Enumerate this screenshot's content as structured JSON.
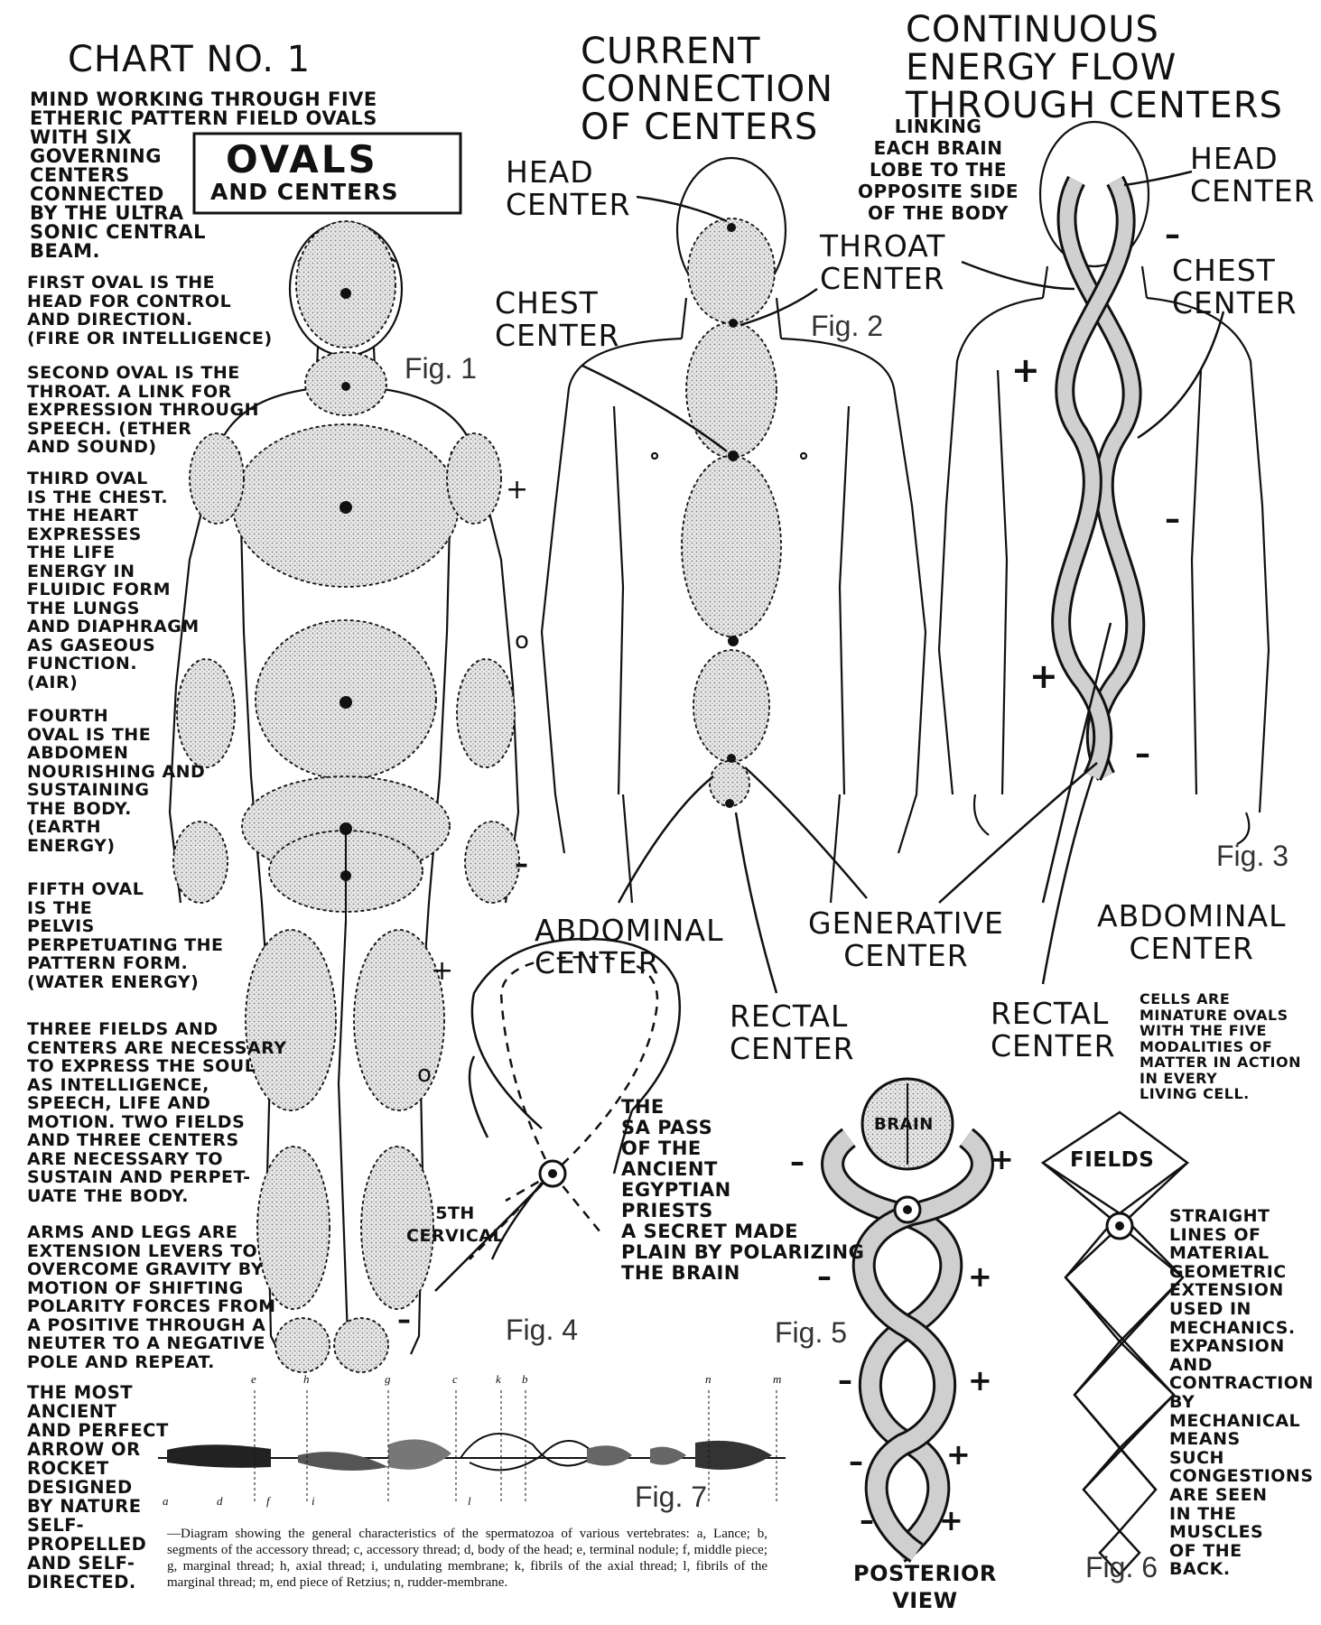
{
  "chart_title": "CHART NO. 1",
  "intro_text": "MIND WORKING THROUGH FIVE\nETHERIC PATTERN FIELD OVALS\nWITH SIX\nGOVERNING\nCENTERS\nCONNECTED\nBY THE ULTRA\nSONIC CENTRAL\nBEAM.",
  "ovals_box": {
    "title": "OVALS",
    "subtitle": "AND CENTERS"
  },
  "oval_notes": [
    "FIRST OVAL IS THE\nHEAD FOR CONTROL\nAND DIRECTION.\n(FIRE OR INTELLIGENCE)",
    "SECOND OVAL IS THE\nTHROAT. A LINK FOR\nEXPRESSION THROUGH\nSPEECH. (ETHER\nAND SOUND)",
    "THIRD OVAL\nIS THE CHEST.\nTHE HEART\nEXPRESSES\nTHE LIFE\nENERGY IN\nFLUIDIC FORM\nTHE LUNGS\nAND DIAPHRAGM\nAS GASEOUS\nFUNCTION.\n(AIR)",
    "FOURTH\nOVAL IS THE\nABDOMEN\nNOURISHING AND\nSUSTAINING\nTHE BODY.\n(EARTH\nENERGY)",
    "FIFTH OVAL\nIS THE\nPELVIS\nPERPETUATING THE\nPATTERN FORM.\n(WATER ENERGY)",
    "THREE FIELDS AND\nCENTERS ARE NECESSARY\nTO EXPRESS THE SOUL\nAS INTELLIGENCE,\nSPEECH, LIFE AND\nMOTION. TWO FIELDS\nAND THREE CENTERS\nARE NECESSARY TO\nSUSTAIN AND PERPET-\nUATE THE BODY.",
    "ARMS AND LEGS ARE\nEXTENSION LEVERS TO\nOVERCOME GRAVITY BY\nMOTION OF SHIFTING\nPOLARITY FORCES FROM\nA POSITIVE THROUGH A\nNEUTER TO A NEGATIVE\nPOLE AND REPEAT.",
    "THE MOST\nANCIENT\nAND PERFECT\nARROW OR\nROCKET\nDESIGNED\nBY NATURE\nSELF-\nPROPELLED\nAND SELF-\nDIRECTED."
  ],
  "fig_labels": {
    "fig1": "Fig. 1",
    "fig2": "Fig. 2",
    "fig3": "Fig. 3",
    "fig4": "Fig. 4",
    "fig5": "Fig. 5",
    "fig6": "Fig. 6",
    "fig7": "Fig. 7"
  },
  "polarity_marks": {
    "plus": "+",
    "neuter": "o",
    "minus": "–"
  },
  "fig2": {
    "title": "CURRENT\nCONNECTION\nOF CENTERS",
    "head_center": "HEAD\nCENTER",
    "chest_center": "CHEST\nCENTER",
    "throat_center": "THROAT\nCENTER",
    "abdominal_center": "ABDOMINAL\nCENTER",
    "rectal_center": "RECTAL\nCENTER",
    "generative_center": "GENERATIVE\nCENTER"
  },
  "fig3": {
    "title": "CONTINUOUS\nENERGY FLOW\nTHROUGH CENTERS",
    "subtitle": "LINKING\nEACH BRAIN\nLOBE TO THE\nOPPOSITE SIDE\nOF THE BODY",
    "head_center": "HEAD\nCENTER",
    "chest_center": "CHEST\nCENTER",
    "abdominal_center": "ABDOMINAL\nCENTER",
    "rectal_center": "RECTAL\nCENTER",
    "cells_note": "CELLS ARE\nMINATURE OVALS\nWITH THE FIVE\nMODALITIES OF\nMATTER IN ACTION\nIN EVERY\nLIVING CELL."
  },
  "fig4": {
    "cervical": "5TH\nCERVICAL",
    "sa_pass": "THE\nSA PASS\nOF THE\nANCIENT\nEGYPTIAN\nPRIESTS\nA SECRET MADE\nPLAIN BY POLARIZING\nTHE BRAIN"
  },
  "fig5": {
    "brain": "BRAIN",
    "posterior": "POSTERIOR\nVIEW"
  },
  "fig6": {
    "fields": "FIELDS",
    "note": "STRAIGHT\nLINES OF\nMATERIAL\nGEOMETRIC\nEXTENSION\nUSED IN\nMECHANICS.\nEXPANSION\nAND\nCONTRACTION\nBY\nMECHANICAL\nMEANS\nSUCH\nCONGESTIONS\nARE SEEN\nIN THE\nMUSCLES\nOF THE\nBACK."
  },
  "fig7": {
    "letters_top": [
      "e",
      "h",
      "g",
      "c",
      "k",
      "b",
      "n",
      "m"
    ],
    "letters_bottom": [
      "a",
      "d",
      "f",
      "i",
      "l"
    ],
    "caption": "—Diagram showing the general characteristics of the spermatozoa of various vertebrates: a, Lance; b, segments of the accessory thread; c, accessory thread; d, body of the head; e, terminal nodule; f, middle piece; g, marginal thread; h, axial thread; i, undulating membrane; k, fibrils of the axial thread; l, fibrils of the marginal thread; m, end piece of Retzius; n, rudder-membrane."
  },
  "colors": {
    "ink": "#111111",
    "stipple": "#d6d6d6",
    "paper": "#ffffff"
  }
}
